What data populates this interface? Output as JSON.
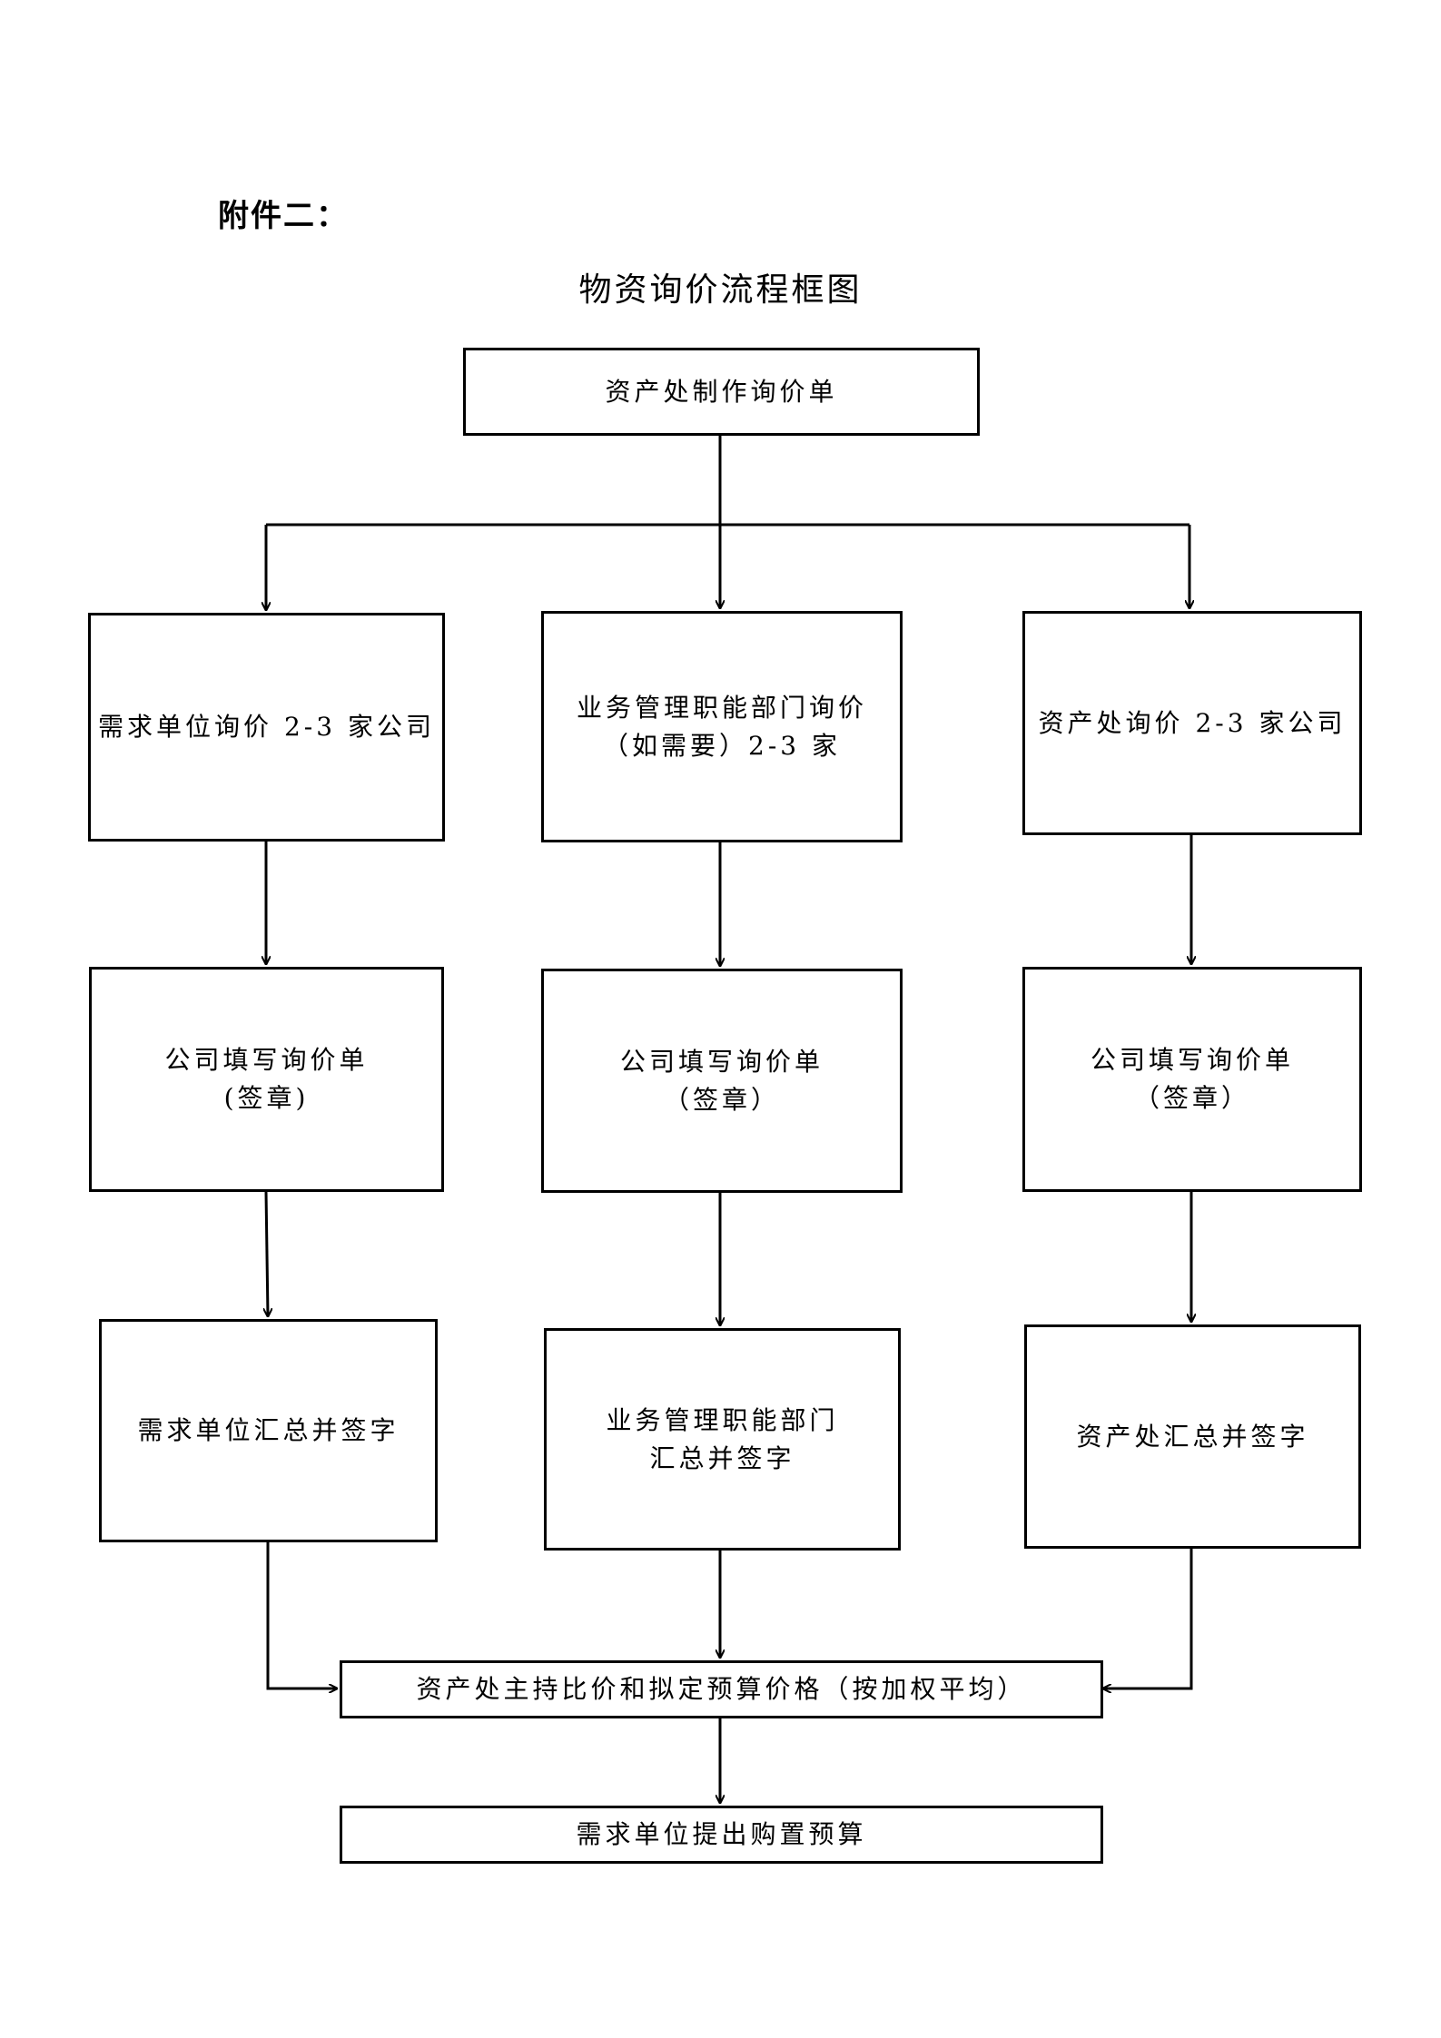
{
  "header": {
    "attachment": "附件二："
  },
  "diagram": {
    "title": "物资询价流程框图",
    "start": "资产处制作询价单",
    "columns": [
      {
        "inquiry": [
          "需求单位询价 2-3 家公司"
        ],
        "fill": [
          "公司填写询价单",
          "(签章)"
        ],
        "summary": [
          "需求单位汇总并签字"
        ]
      },
      {
        "inquiry": [
          "业务管理职能部门询价",
          "（如需要）2-3 家"
        ],
        "fill": [
          "公司填写询价单",
          "（签章）"
        ],
        "summary": [
          "业务管理职能部门",
          "汇总并签字"
        ]
      },
      {
        "inquiry": [
          "资产处询价 2-3 家公司"
        ],
        "fill": [
          "公司填写询价单",
          "（签章）"
        ],
        "summary": [
          "资产处汇总并签字"
        ]
      }
    ],
    "compare": "资产处主持比价和拟定预算价格（按加权平均）",
    "final": "需求单位提出购置预算"
  }
}
